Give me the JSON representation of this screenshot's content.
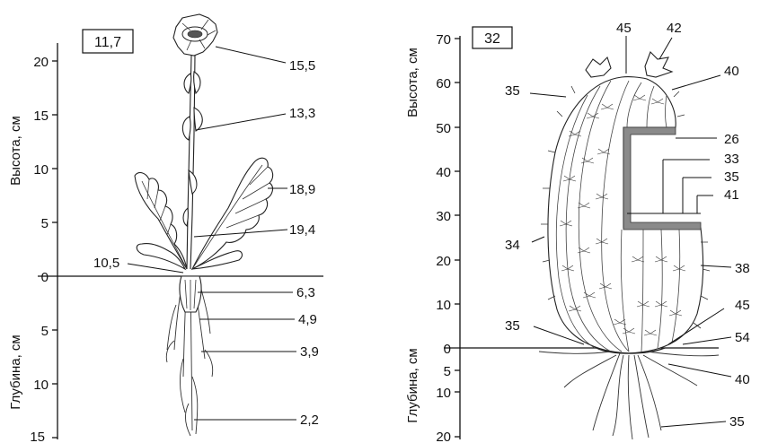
{
  "left_panel": {
    "box_value": "11,7",
    "height_axis_label": "Высота, см",
    "depth_axis_label": "Глубина, см",
    "height_ticks": [
      "0",
      "5",
      "10",
      "15",
      "20"
    ],
    "depth_ticks": [
      "5",
      "10",
      "15"
    ],
    "temperatures": [
      "15,5",
      "13,3",
      "18,9",
      "19,4",
      "10,5",
      "6,3",
      "4,9",
      "3,9",
      "2,2"
    ]
  },
  "right_panel": {
    "box_value": "32",
    "height_axis_label": "Высота, см",
    "depth_axis_label": "Глубина, см",
    "height_ticks": [
      "0",
      "10",
      "20",
      "30",
      "40",
      "50",
      "60",
      "70"
    ],
    "depth_ticks": [
      "5",
      "10",
      "20"
    ],
    "temperatures": [
      "45",
      "42",
      "40",
      "35",
      "26",
      "33",
      "35",
      "41",
      "34",
      "38",
      "45",
      "35",
      "54",
      "40",
      "35"
    ]
  }
}
